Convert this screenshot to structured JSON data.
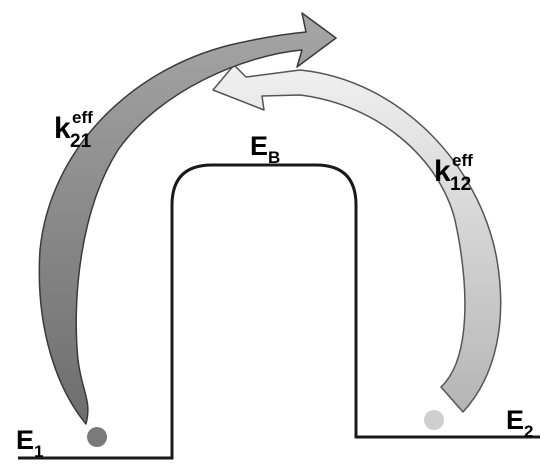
{
  "labels": {
    "e1": {
      "main": "E",
      "sub": "1"
    },
    "e2": {
      "main": "E",
      "sub": "2"
    },
    "eb": {
      "main": "E",
      "sub": "B"
    },
    "k21": {
      "main": "k",
      "sup": "eff",
      "sub": "21"
    },
    "k12": {
      "main": "k",
      "sup": "eff",
      "sub": "12"
    }
  },
  "colors": {
    "profile": "#1a1a1a",
    "arrow_dark_fill": "#8a8a8a",
    "arrow_dark_stroke": "#3a3a3a",
    "arrow_light_fill": "#e6e6e6",
    "arrow_light_fill_lower": "#b9b9b9",
    "arrow_light_stroke": "#555555",
    "particle_dark": "#7a7a7a",
    "particle_light": "#cfcfcf"
  }
}
